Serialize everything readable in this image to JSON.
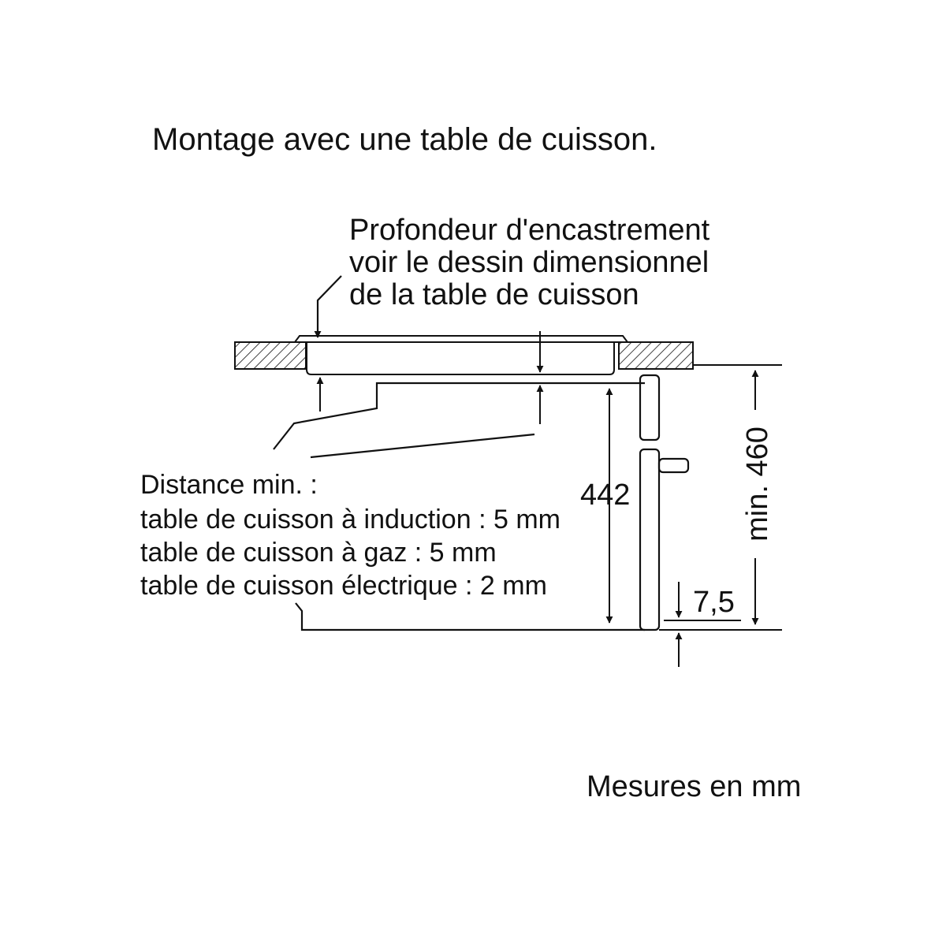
{
  "title": "Montage avec une table de cuisson.",
  "callout": {
    "line1": "Profondeur d'encastrement",
    "line2": "voir le dessin dimensionnel",
    "line3": "de la table de cuisson"
  },
  "distance_note": {
    "heading": "Distance min. :",
    "induction": "table de cuisson à induction : 5 mm",
    "gaz": "table de cuisson à gaz : 5 mm",
    "electrique": "table de cuisson électrique : 2 mm"
  },
  "dimensions": {
    "oven_height": "442",
    "niche_height": "min. 460",
    "bottom_offset": "7,5"
  },
  "units_note": "Mesures en mm",
  "colors": {
    "line": "#111111",
    "background": "#ffffff"
  }
}
